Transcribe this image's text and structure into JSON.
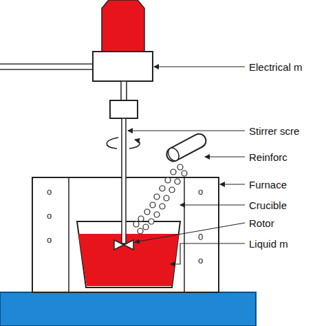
{
  "diagram": {
    "labels": [
      "Electrical m",
      "Stirrer scre",
      "Reinforc",
      "Furnace",
      "Crucible",
      "Rotor",
      "Liquid m",
      "o",
      "o",
      "o",
      "o",
      "0",
      "o"
    ]
  }
}
